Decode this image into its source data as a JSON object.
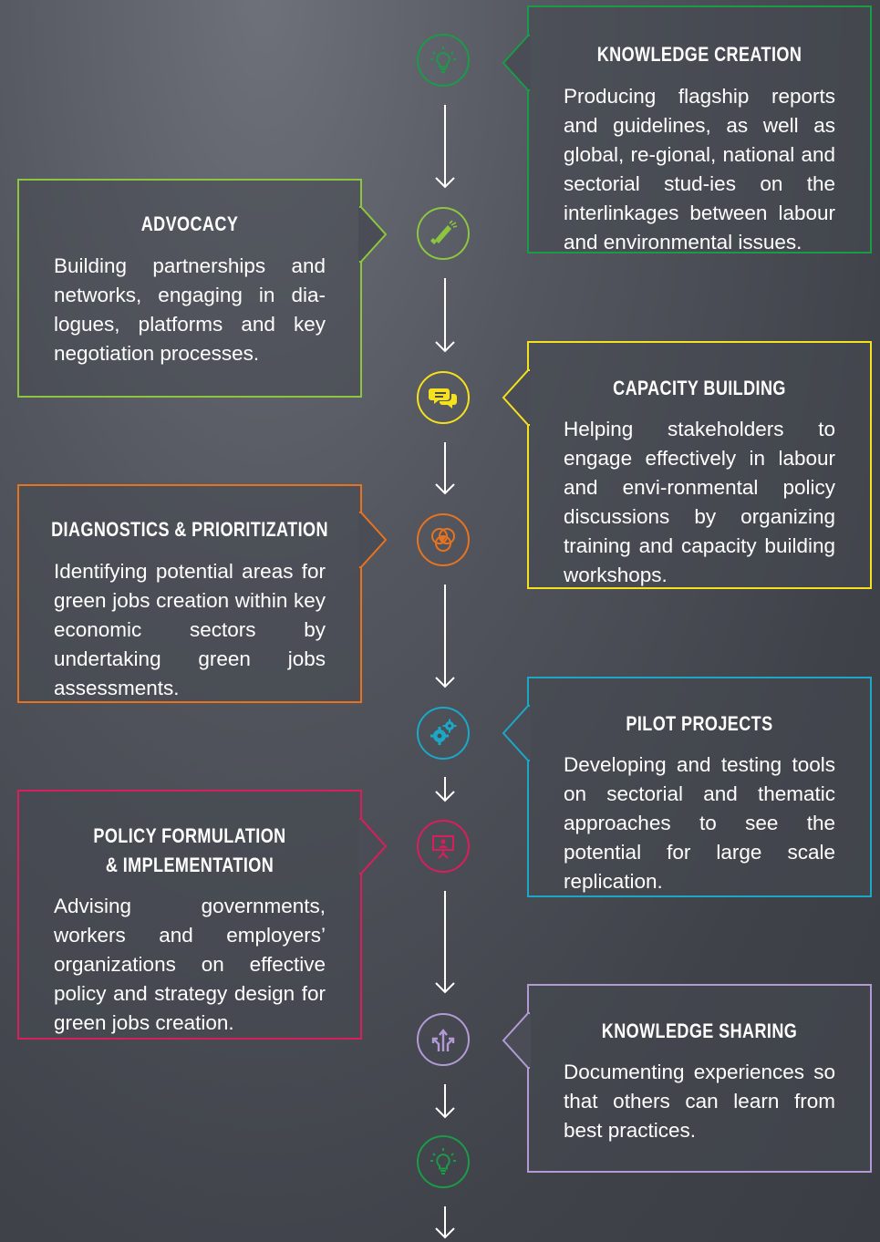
{
  "boxes": {
    "knowledge_creation": {
      "title": "KNOWLEDGE CREATION",
      "text": "Producing flagship reports and guidelines, as well as global, re-gional, national and sectorial stud-ies on the interlinkages between labour and environmental issues.",
      "color": "#1a9b48"
    },
    "advocacy": {
      "title": "ADVOCACY",
      "text": "Building partnerships and networks, engaging in dia-logues, platforms and key negotiation processes.",
      "color": "#8cc63f"
    },
    "capacity_building": {
      "title": "CAPACITY BUILDING",
      "text": "Helping stakeholders to engage effectively in labour and envi-ronmental policy discussions by organizing training and capacity building workshops.",
      "color": "#f5e11c"
    },
    "diagnostics": {
      "title": "DIAGNOSTICS & PRIORITIZATION",
      "text": "Identifying potential areas for green jobs creation within key economic sectors by undertaking green jobs assessments.",
      "color": "#e8731e"
    },
    "pilot_projects": {
      "title": "PILOT PROJECTS",
      "text": "Developing and testing tools on sectorial and thematic approaches to see the potential for large scale replication.",
      "color": "#1ba8c6"
    },
    "policy": {
      "title_line1": "POLICY FORMULATION",
      "title_line2": "& IMPLEMENTATION",
      "text": "Advising governments, workers and employers’ organizations on effective policy and strategy design for green jobs creation.",
      "color": "#d81e5b"
    },
    "knowledge_sharing": {
      "title": "KNOWLEDGE SHARING",
      "text": "Documenting experiences so that others can learn from best practices.",
      "color": "#b49ad4"
    }
  },
  "icons": [
    "lightbulb-icon",
    "megaphone-icon",
    "chat-icon",
    "venn-icon",
    "gears-icon",
    "presentation-icon",
    "arrows-icon",
    "lightbulb-icon"
  ]
}
